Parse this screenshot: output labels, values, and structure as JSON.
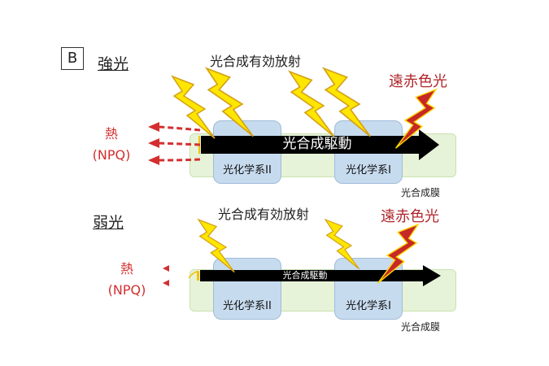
{
  "panel_label": "B",
  "top": {
    "condition": "強光",
    "par_label": "光合成有効放射",
    "far_red_label": "遠赤色光",
    "heat_label": "熱",
    "npq_label": "(NPQ)",
    "drive_label": "光合成駆動",
    "ps2_label": "光化学系II",
    "ps1_label": "光化学系I",
    "membrane_label": "光合成膜"
  },
  "bottom": {
    "condition": "弱光",
    "par_label": "光合成有効放射",
    "far_red_label": "遠赤色光",
    "heat_label": "熱",
    "npq_label": "(NPQ)",
    "drive_label": "光合成駆動",
    "ps2_label": "光化学系II",
    "ps1_label": "光化学系I",
    "membrane_label": "光合成膜"
  },
  "colors": {
    "lightning_par": "#ffe600",
    "lightning_par_stroke": "#d4a017",
    "lightning_far_red": "#c62828",
    "lightning_far_red_stroke": "#ffd600",
    "heat": "#d32f2f",
    "membrane": "#e6f3d8",
    "photosystem": "#c7dbef",
    "drive_arrow": "#000000"
  }
}
